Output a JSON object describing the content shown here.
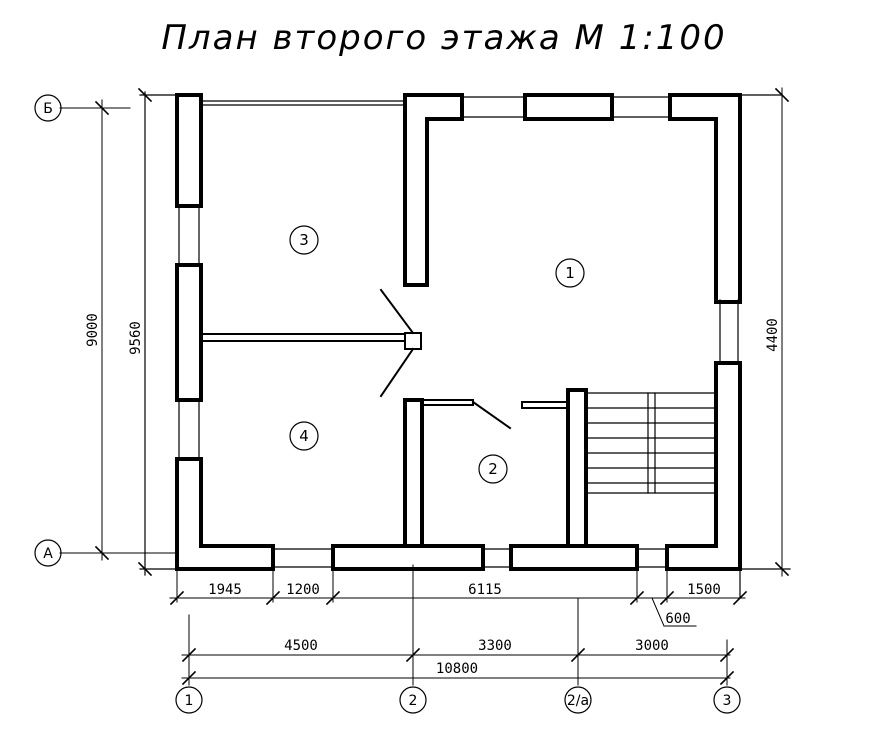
{
  "title": "План второго этажа М 1:100",
  "axes": {
    "a": "А",
    "b": "Б",
    "n1": "1",
    "n2": "2",
    "n2a": "2/а",
    "n3": "3"
  },
  "rooms": [
    "1",
    "2",
    "3",
    "4"
  ],
  "dims": {
    "bottom_row1": [
      "1945",
      "1200",
      "6115",
      "1500"
    ],
    "extra_600": "600",
    "bottom_row2": [
      "4500",
      "3300",
      "3000"
    ],
    "total": "10800",
    "left_9000": "9000",
    "left_9560": "9560",
    "right_4400": "4400"
  },
  "colors": {
    "line": "#000000",
    "background": "#ffffff"
  }
}
